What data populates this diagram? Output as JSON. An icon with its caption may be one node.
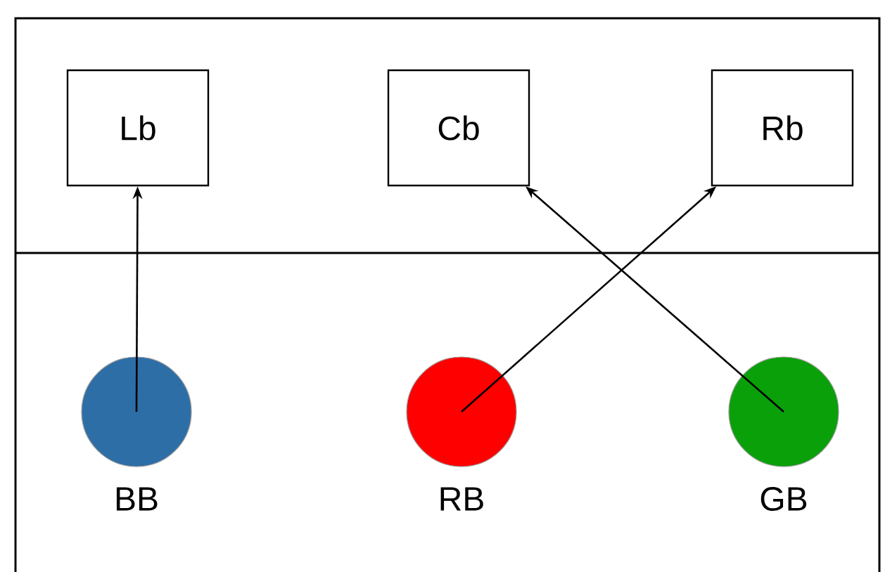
{
  "diagram": {
    "nodes": [
      {
        "text": [
          "Lb"
        ]
      },
      {
        "text": [
          "Cb"
        ]
      },
      {
        "text": [
          "Rb"
        ]
      },
      {
        "text": [],
        "shape": "circle",
        "beside": [
          "BB"
        ]
      },
      {
        "text": [],
        "shape": "circle",
        "beside": [
          "RB"
        ]
      },
      {
        "text": [],
        "shape": "circle",
        "beside": [
          "GB"
        ]
      }
    ],
    "edges": [
      {
        "from": 3,
        "to": 0,
        "arrow": "to"
      },
      {
        "from": 4,
        "to": 2,
        "arrow": "to"
      },
      {
        "from": 5,
        "to": 1,
        "arrow": "to"
      }
    ]
  }
}
